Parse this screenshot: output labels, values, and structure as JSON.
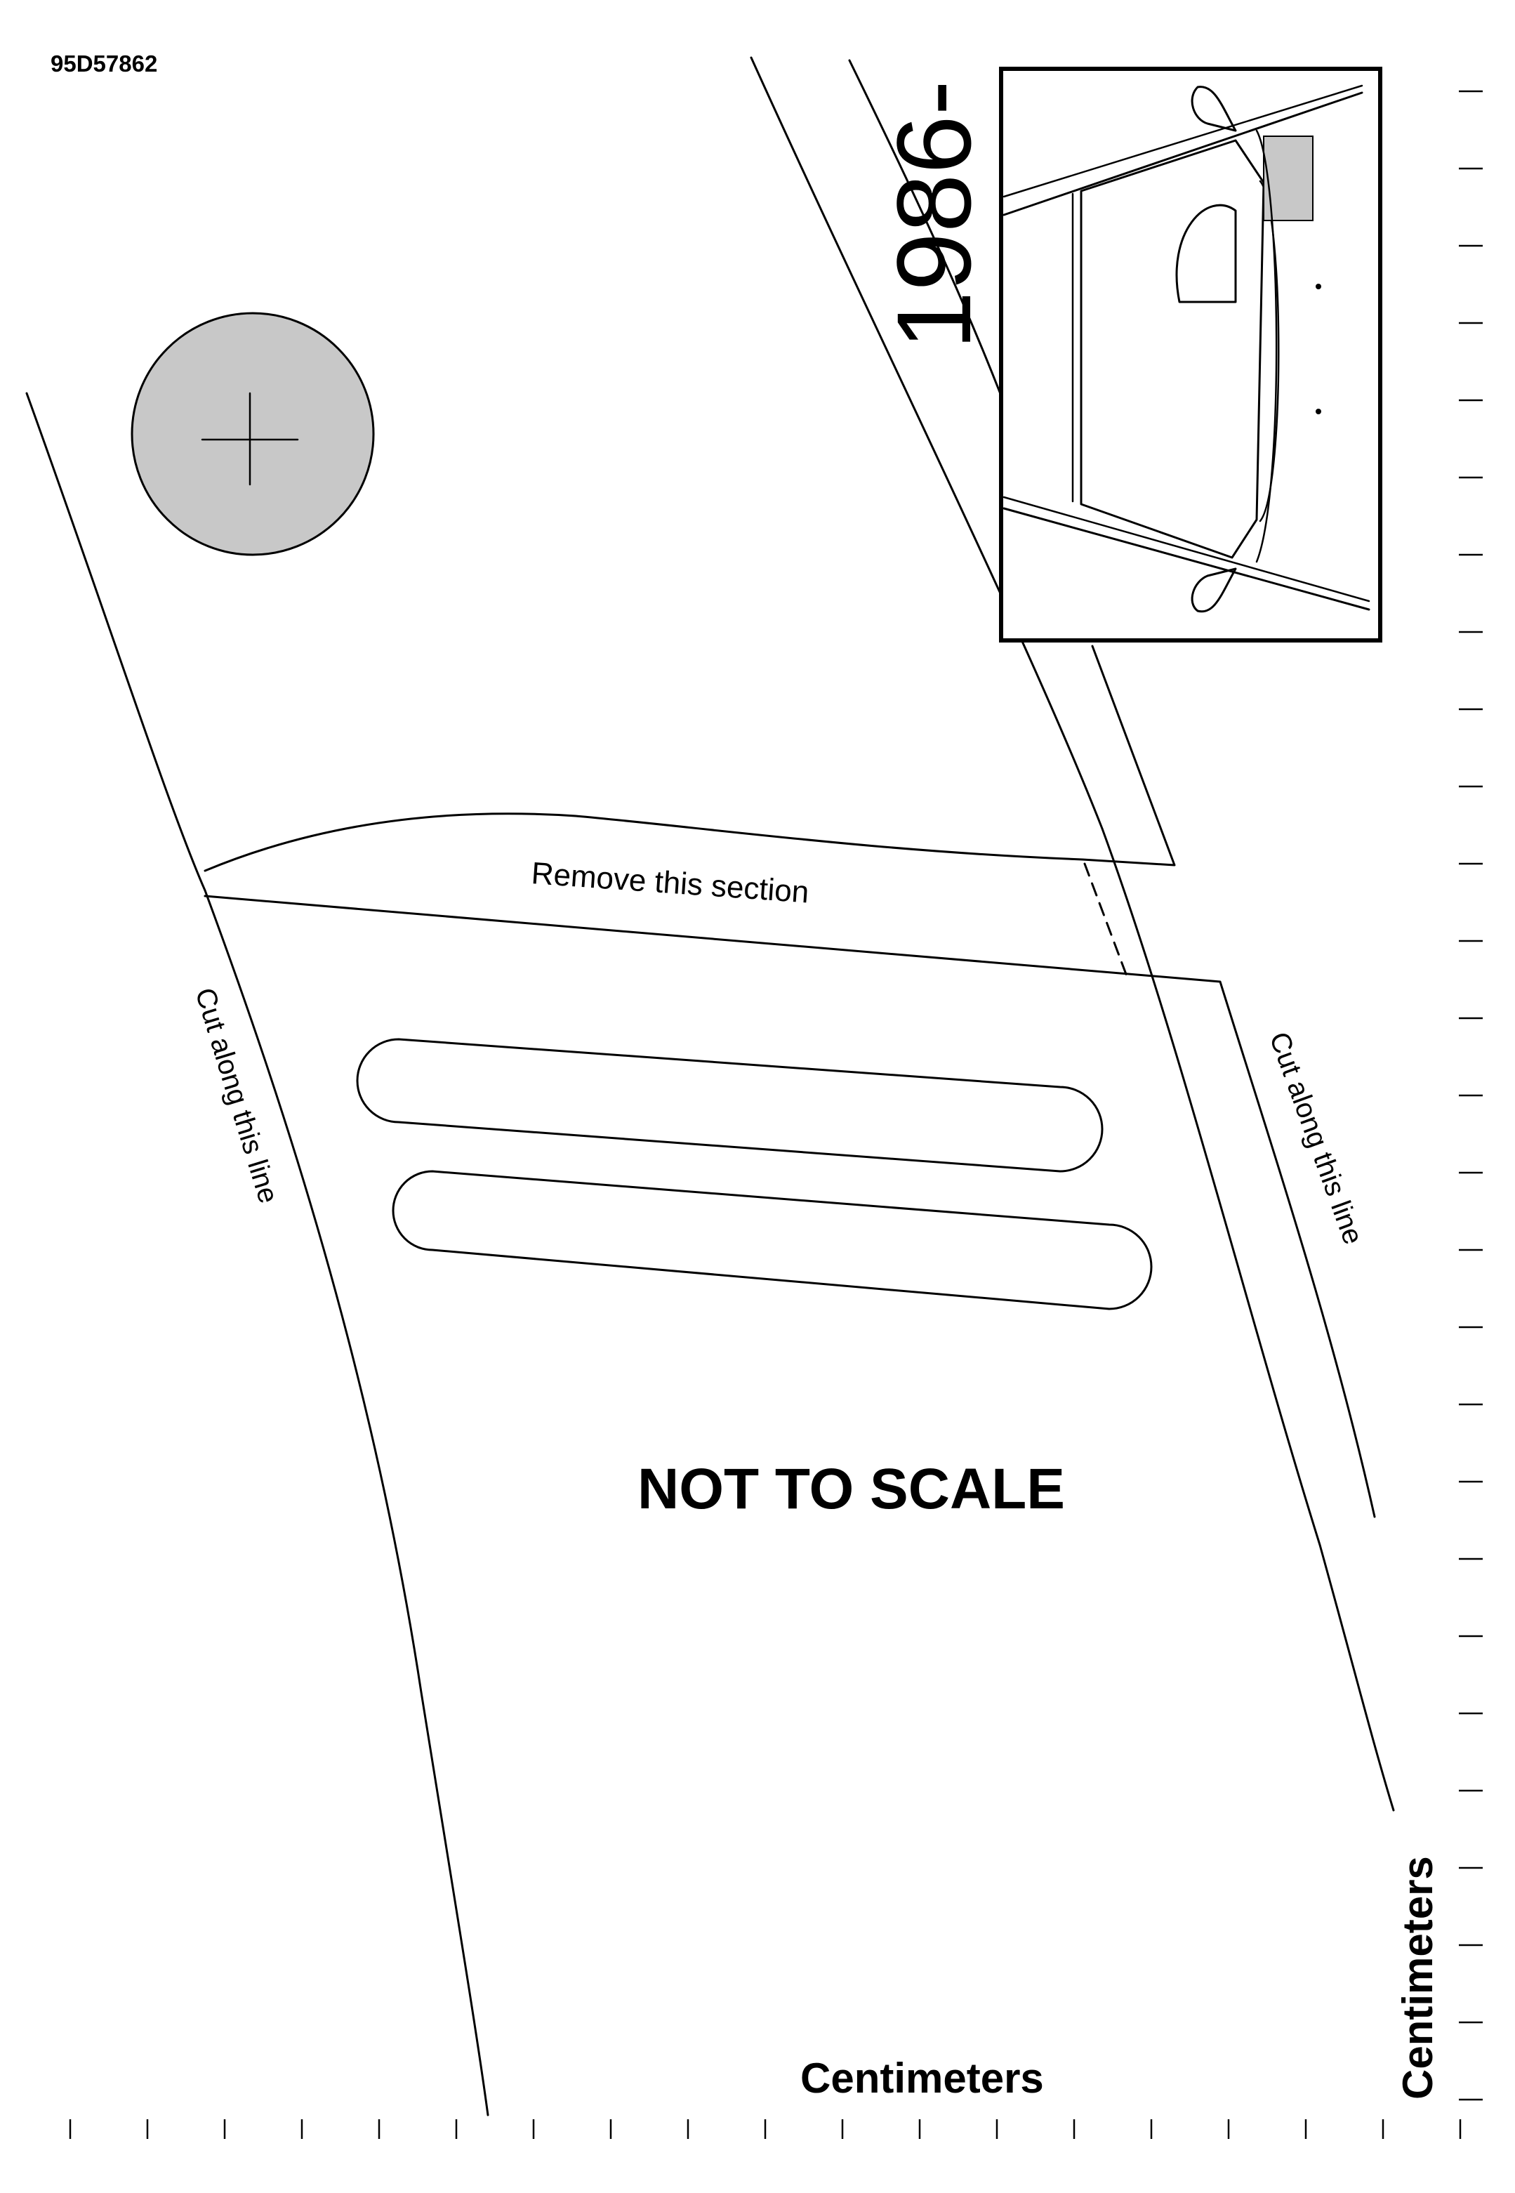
{
  "document": {
    "part_number": "95D57862",
    "year_label": "1986-",
    "remove_label": "Remove this section",
    "cut_label_left": "Cut along this line",
    "cut_label_right": "Cut along this line",
    "scale_note": "NOT TO SCALE",
    "ruler_label_bottom": "Centimeters",
    "ruler_label_right": "Centimeters"
  },
  "rulers": {
    "bottom_tick_count": 19,
    "right_tick_count": 27
  },
  "icons": {
    "target_marker": "crosshair-circle-icon",
    "inset": "car-rear-hatch-illustration"
  },
  "colors": {
    "ink": "#000000",
    "paper": "#ffffff",
    "shade": "#c8c8c8"
  }
}
